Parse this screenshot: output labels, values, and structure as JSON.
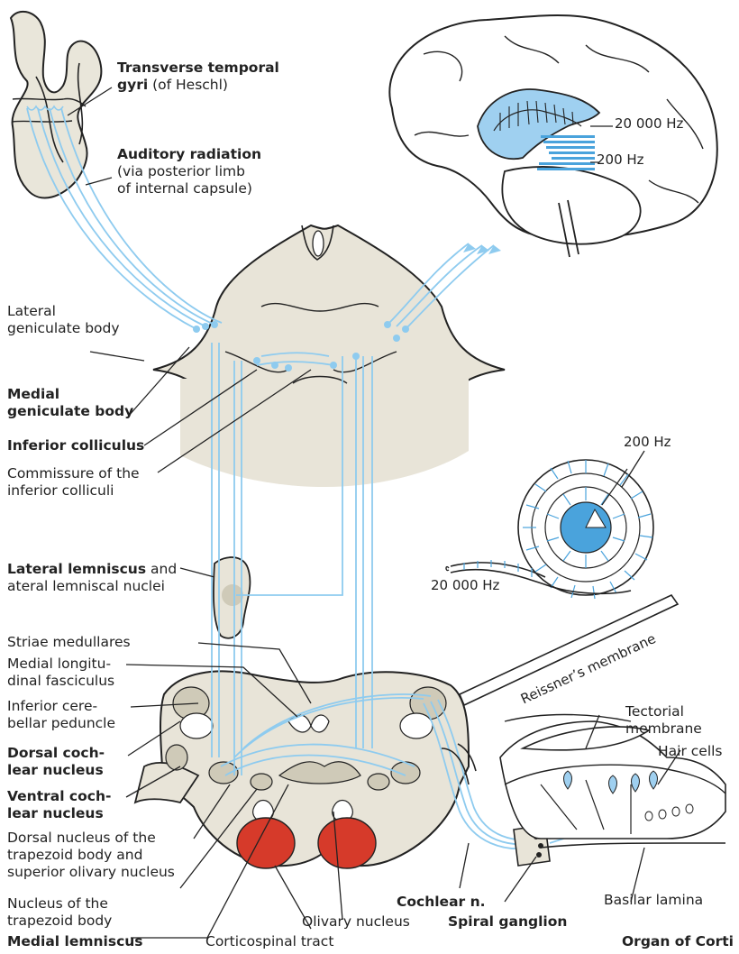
{
  "labels": {
    "transverse_bold": "Transverse temporal",
    "gyri_bold": "gyri",
    "gyri_rest": " (of Heschl)",
    "auditory_radiation": "Auditory radiation",
    "radiation_line2": "(via posterior limb",
    "radiation_line3": "of internal capsule)",
    "lateral_gen_1": "Lateral",
    "lateral_gen_2": "geniculate body",
    "medial_gen_1": "Medial",
    "medial_gen_2": "geniculate body",
    "inferior_colliculus": "Inferior colliculus",
    "commissure_1": "Commissure of the",
    "commissure_2": "inferior colliculi",
    "lateral_lemniscus_bold": "Lateral lemniscus",
    "lateral_lemniscus_rest": " and",
    "lateral_lemniscus_2": "ateral lemniscal nuclei",
    "striae": "Striae medullares",
    "mlf_1": "Medial longitu-",
    "mlf_2": "dinal fasciculus",
    "icp_1": "Inferior cere-",
    "icp_2": "bellar peduncle",
    "dorsal_coch_1": "Dorsal coch-",
    "dorsal_coch_2": "lear nucleus",
    "ventral_coch_1": "Ventral coch-",
    "ventral_coch_2": "lear nucleus",
    "dorsal_trap_1": "Dorsal nucleus of the",
    "dorsal_trap_2": "trapezoid body and",
    "dorsal_trap_3": "superior olivary nucleus",
    "nucleus_trap_1": "Nucleus of the",
    "nucleus_trap_2": "trapezoid body",
    "medial_lemniscus": "Medial lemniscus",
    "corticospinal": "Corticospinal tract",
    "olivary": "Olivary nucleus",
    "cochlear_n": "Cochlear n.",
    "spiral_ganglion": "Spiral ganglion",
    "organ_of_corti": "Organ of Corti",
    "basilar": "Basilar lamina",
    "tectorial_1": "Tectorial",
    "tectorial_2": "membrane",
    "hair_cells": "Hair cells",
    "reissner": "Reissner’s membrane",
    "hz_cochlea_top": "200 Hz",
    "hz_cochlea_bottom": "20 000 Hz",
    "hz_cortex_high": "20 000 Hz",
    "hz_cortex_low": "200 Hz"
  },
  "colors": {
    "fiber": "#8ecbef",
    "fiber_dark": "#4aa3dc",
    "tissue": "#e8e4d8",
    "nucleus": "#cfcab8",
    "red": "#d63a2a",
    "outline": "#222222"
  }
}
